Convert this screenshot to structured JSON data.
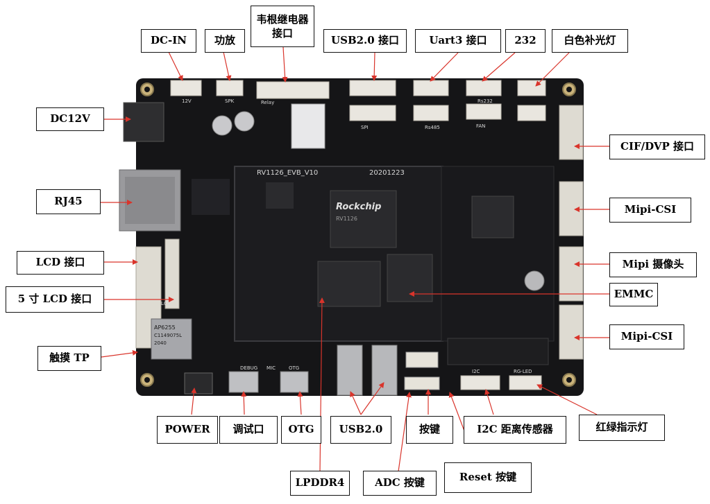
{
  "colors": {
    "arrow": "#d9342b",
    "board": "#151517",
    "silk": "#d8d8d8",
    "label_border": "#111111"
  },
  "board": {
    "title": "RV1126_EVB_V10",
    "date": "20201223",
    "soc_brand": "Rockchip",
    "soc_model": "RV1126",
    "wifi_module": [
      "AP6255",
      "C1149075L",
      "2040"
    ],
    "silk": {
      "debug": "DEBUG",
      "otg": "OTG",
      "mic": "MIC",
      "relay": "Relay",
      "i2c": "I2C",
      "rg_led": "RG-LED",
      "spi": "SPI",
      "rs485": "Rs485",
      "fan": "FAN",
      "rs232": "Rs232",
      "v12": "12V",
      "spk": "SPK",
      "lcd": "LCD"
    }
  },
  "labels": {
    "dc_in": "DC-IN",
    "amp": "功放",
    "relay": "韦根继电器接口",
    "usb2_port": "USB2.0 接口",
    "uart3": "Uart3 接口",
    "rs232": "232",
    "white_light": "白色补光灯",
    "dc12v": "DC12V",
    "cif_dvp": "CIF/DVP 接口",
    "rj45": "RJ45",
    "mipi_csi_1": "Mipi-CSI",
    "lcd": "LCD 接口",
    "mipi_cam": "Mipi 摄像头",
    "lcd5": "5 寸 LCD 接口",
    "emmc": "EMMC",
    "mipi_csi_2": "Mipi-CSI",
    "touch": "触摸 TP",
    "power": "POWER",
    "debug_port": "调试口",
    "otg": "OTG",
    "usb2": "USB2.0",
    "key": "按键",
    "i2c_sensor": "I2C 距离传感器",
    "rg_led": "红绿指示灯",
    "lpddr4": "LPDDR4",
    "adc_key": "ADC 按键",
    "reset_key": "Reset 按键"
  }
}
